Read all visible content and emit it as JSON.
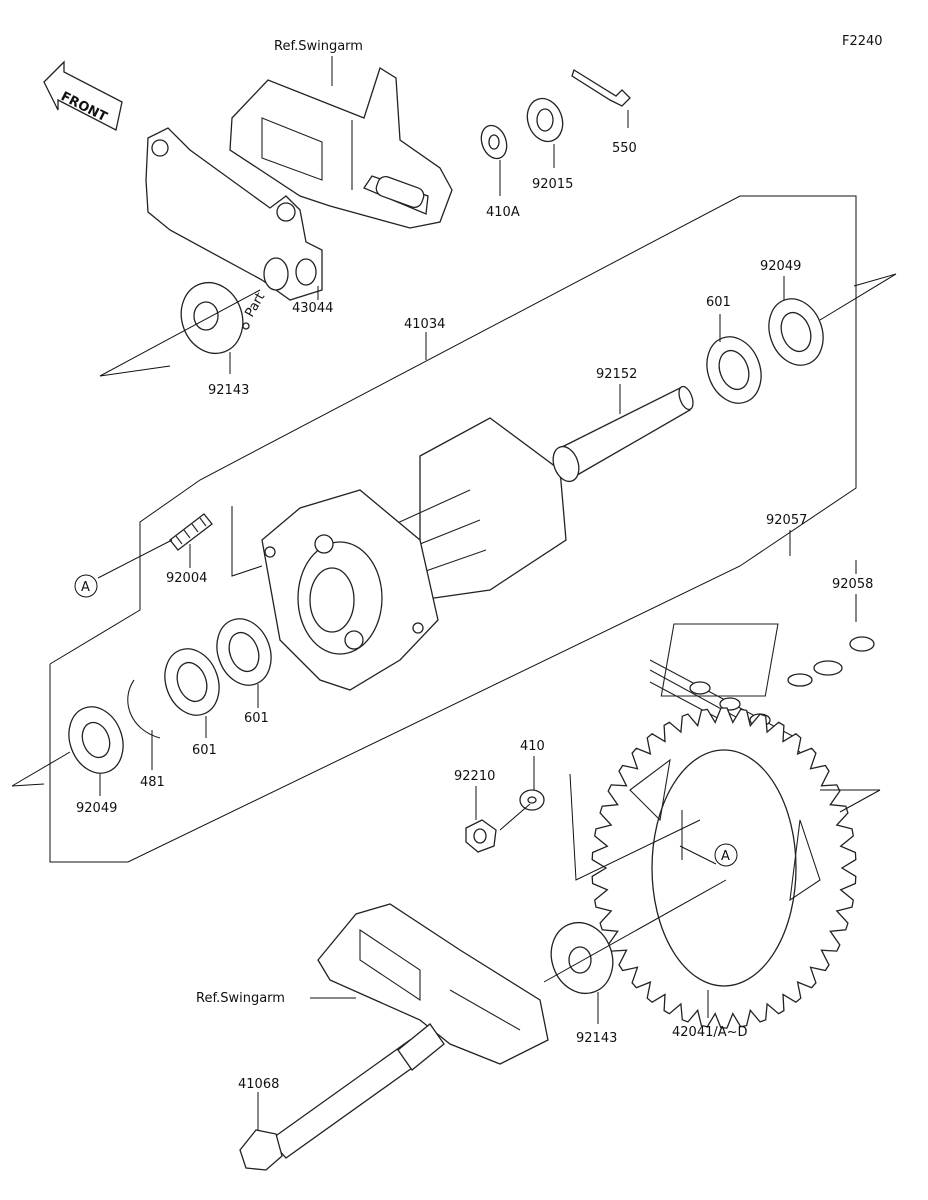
{
  "diagram_code": "F2240",
  "front_label": "FRONT",
  "ref_swingarm_label": "Ref.Swingarm",
  "part_label_text": "Part",
  "callout_a": "A",
  "parts": [
    {
      "id": "p550",
      "number": "550"
    },
    {
      "id": "p92015",
      "number": "92015"
    },
    {
      "id": "p410A",
      "number": "410A"
    },
    {
      "id": "p43044",
      "number": "43044"
    },
    {
      "id": "p92143a",
      "number": "92143"
    },
    {
      "id": "p41034",
      "number": "41034"
    },
    {
      "id": "p92049a",
      "number": "92049"
    },
    {
      "id": "p601a",
      "number": "601"
    },
    {
      "id": "p92152",
      "number": "92152"
    },
    {
      "id": "p92004",
      "number": "92004"
    },
    {
      "id": "p601b",
      "number": "601"
    },
    {
      "id": "p601c",
      "number": "601"
    },
    {
      "id": "p481",
      "number": "481"
    },
    {
      "id": "p92049b",
      "number": "92049"
    },
    {
      "id": "p92057",
      "number": "92057"
    },
    {
      "id": "p92058",
      "number": "92058"
    },
    {
      "id": "p410",
      "number": "410"
    },
    {
      "id": "p92210",
      "number": "92210"
    },
    {
      "id": "p92143b",
      "number": "92143"
    },
    {
      "id": "p42041",
      "number": "42041/A~D"
    },
    {
      "id": "p41068",
      "number": "41068"
    }
  ]
}
